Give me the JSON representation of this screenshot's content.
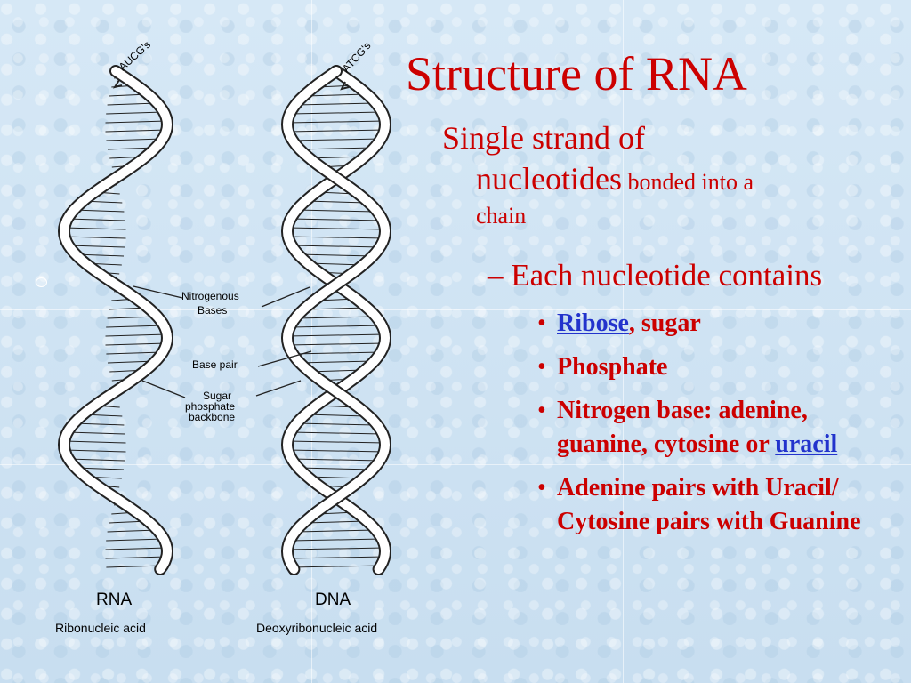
{
  "slide": {
    "title": "Structure of RNA",
    "main_point": {
      "line1": "Single strand of",
      "line2_large": "nucleotides",
      "line2_small": " bonded into a",
      "line3": "chain"
    },
    "sub_point": "– Each nucleotide contains",
    "bullet_glyph": "•",
    "bullets": [
      {
        "link": "Ribose",
        "rest": ", sugar"
      },
      {
        "text": "Phosphate"
      },
      {
        "pre": "Nitrogen base: adenine, guanine, cytosine or ",
        "link": "uracil"
      },
      {
        "text": "Adenine pairs with Uracil/ Cytosine pairs with Guanine"
      }
    ],
    "colors": {
      "text": "#cc0000",
      "link": "#2233cc",
      "background": "#cfe3f3"
    }
  },
  "figure": {
    "rna_marker": "AUCG's",
    "dna_marker": "ATCG's",
    "callouts": {
      "nitrogenous_1": "Nitrogenous",
      "nitrogenous_2": "Bases",
      "base_pair": "Base pair",
      "sugar_1": "Sugar",
      "sugar_2": "phosphate",
      "sugar_3": "backbone"
    },
    "rna_label": "RNA",
    "rna_caption": "Ribonucleic acid",
    "dna_label": "DNA",
    "dna_caption": "Deoxyribonucleic acid"
  }
}
